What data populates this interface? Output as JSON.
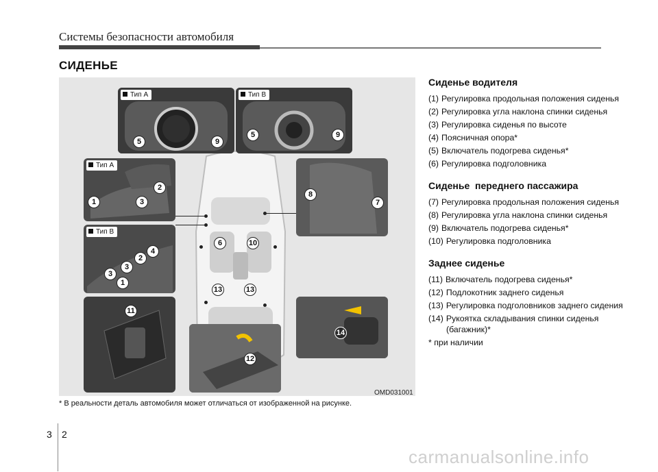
{
  "header": {
    "title": "Системы безопасности автомобиля"
  },
  "section_title": "СИДЕНЬЕ",
  "figure": {
    "code": "OMD031001",
    "tags": {
      "type_a": "Тип A",
      "type_b": "Тип B"
    },
    "numbers": [
      "1",
      "2",
      "3",
      "4",
      "5",
      "6",
      "7",
      "8",
      "9",
      "10",
      "11",
      "12",
      "13",
      "14"
    ]
  },
  "footnote": "* В реальности деталь автомобиля может отличаться от изображенной на рисунке.",
  "driver_seat": {
    "heading": "Сиденье водителя",
    "items": [
      {
        "num": "(1)",
        "text": "Регулировка продольная положения сиденья"
      },
      {
        "num": "(2)",
        "text": "Регулировка угла наклона спинки сиденья"
      },
      {
        "num": "(3)",
        "text": "Регулировка сиденья по высоте"
      },
      {
        "num": "(4)",
        "text": "Поясничная опора*"
      },
      {
        "num": "(5)",
        "text": "Включатель подогрева сиденья*"
      },
      {
        "num": "(6)",
        "text": "Регулировка подголовника"
      }
    ]
  },
  "passenger_seat": {
    "heading": "Сиденье  переднего пассажира",
    "items": [
      {
        "num": "(7)",
        "text": "Регулировка продольная положения сиденья"
      },
      {
        "num": "(8)",
        "text": "Регулировка угла наклона спинки сиденья"
      },
      {
        "num": "(9)",
        "text": "Включатель подогрева сиденья*"
      },
      {
        "num": "(10)",
        "text": "Регулировка подголовника"
      }
    ]
  },
  "rear_seat": {
    "heading": "Заднее сиденье",
    "items": [
      {
        "num": "(11)",
        "text": "Включатель подогрева сиденья*"
      },
      {
        "num": "(12)",
        "text": "Подлокотник заднего сиденья"
      },
      {
        "num": "(13)",
        "text": "Регулировка подголовников заднего сидения"
      },
      {
        "num": "(14)",
        "text": "Рукоятка складывания спинки сиденья (багажник)*"
      }
    ]
  },
  "availability_note": "* при наличии",
  "page": {
    "chapter": "3",
    "number": "2"
  },
  "watermark": "carmanualsonline.info"
}
